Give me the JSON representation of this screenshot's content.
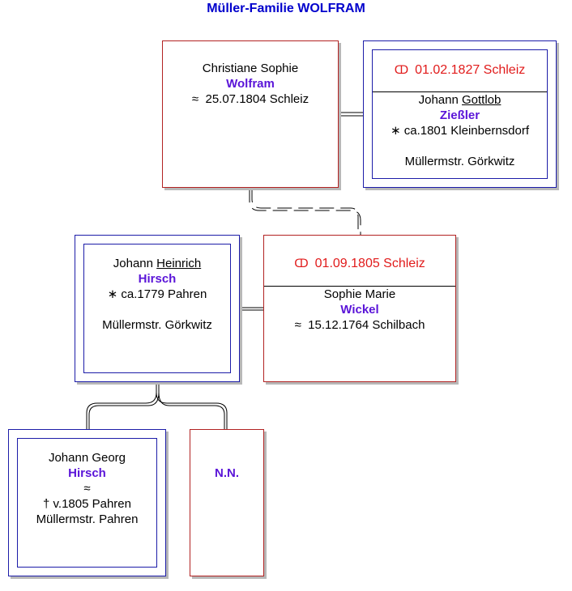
{
  "title": "Müller-Familie WOLFRAM",
  "colors": {
    "title": "#0000cc",
    "surname": "#5a14d8",
    "marriage": "#e11b1b",
    "box_red": "#b22222",
    "box_blue": "#1c1ca8"
  },
  "people": {
    "christiane": {
      "given": "Christiane Sophie",
      "surname": "Wolfram",
      "birth_symbol": "≈",
      "birth": "25.07.1804 Schleiz"
    },
    "gottlob": {
      "marriage_date": "01.02.1827 Schleiz",
      "given_first": "Johann",
      "given_call": "Gottlob",
      "surname": "Zießler",
      "birth_symbol": "∗",
      "birth": "ca.1801 Kleinbernsdorf",
      "occupation": "Müllermstr. Görkwitz"
    },
    "heinrich": {
      "given_first": "Johann",
      "given_call": "Heinrich",
      "surname": "Hirsch",
      "birth_symbol": "∗",
      "birth": "ca.1779 Pahren",
      "occupation": "Müllermstr. Görkwitz"
    },
    "sophie": {
      "marriage_date": "01.09.1805 Schleiz",
      "given": "Sophie Marie",
      "surname": "Wickel",
      "birth_symbol": "≈",
      "birth": "15.12.1764 Schilbach"
    },
    "georg": {
      "given": "Johann Georg",
      "surname": "Hirsch",
      "baptism_symbol": "≈",
      "death_symbol": "†",
      "death": "v.1805 Pahren",
      "occupation": "Müllermstr. Pahren"
    },
    "nn": {
      "name": "N.N."
    }
  },
  "icons": {
    "marriage": "wedding-rings-icon"
  }
}
